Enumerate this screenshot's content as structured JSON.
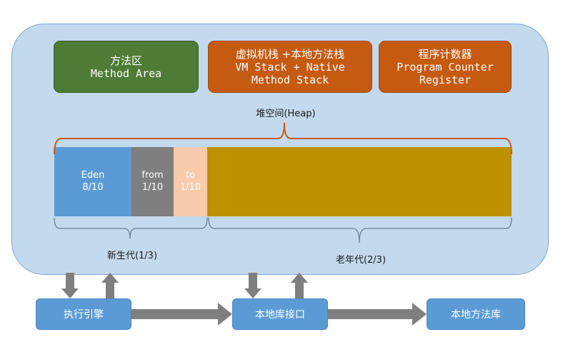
{
  "jvm": {
    "method_area": {
      "zh": "方法区",
      "en": "Method Area"
    },
    "vm_stack": {
      "zh": "虚拟机栈 +本地方法栈",
      "en1": "VM Stack + Native",
      "en2": "Method Stack"
    },
    "pc_register": {
      "zh": "程序计数器",
      "en1": "Program Counter",
      "en2": "Register"
    },
    "heap": {
      "label": "堆空间(Heap)",
      "eden": {
        "name": "Eden",
        "ratio": "8/10"
      },
      "from": {
        "name": "from",
        "ratio": "1/10"
      },
      "to": {
        "name": "to",
        "ratio": "1/10"
      },
      "young_label": "新生代(1/3)",
      "old_label": "老年代(2/3)"
    }
  },
  "bottom": {
    "execution_engine": "执行引擎",
    "native_interface": "本地库接口",
    "native_library": "本地方法库"
  },
  "colors": {
    "jvm_bg": "#c3d9ee",
    "method_area": "#4e7b35",
    "orange": "#c55a11",
    "eden": "#5b9bd5",
    "survivor_from": "#7f7f7f",
    "survivor_to": "#f8cbad",
    "old_gen": "#bf9000",
    "arrow": "#7f7f7f"
  }
}
